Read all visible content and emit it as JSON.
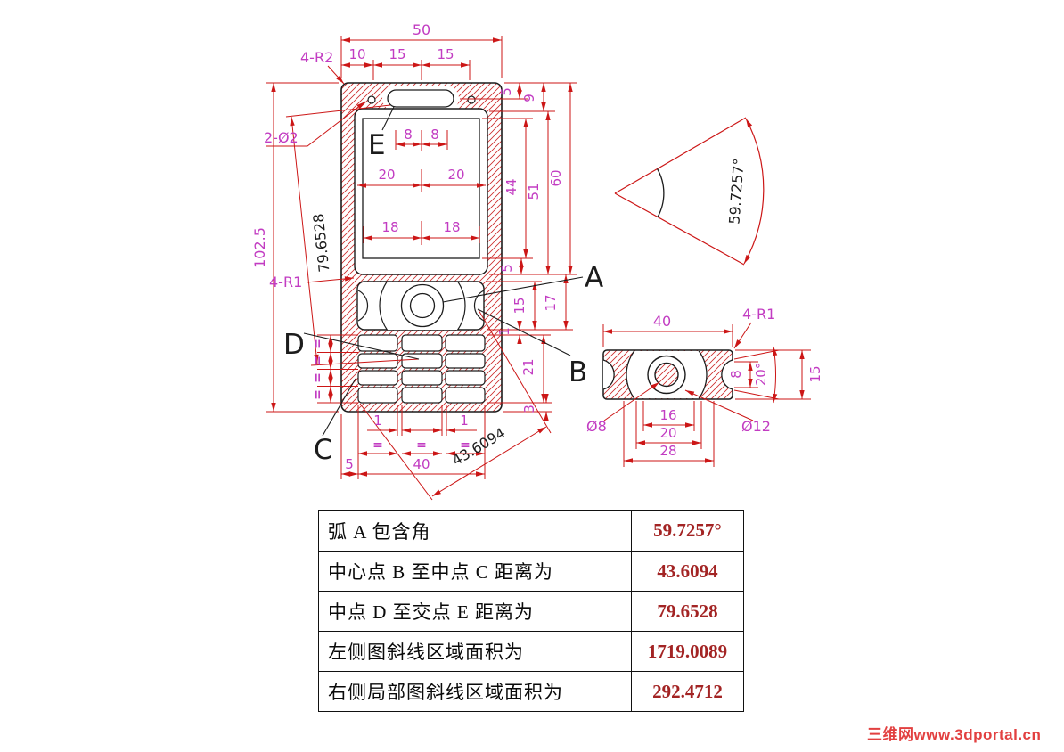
{
  "front_view": {
    "overall_width": "50",
    "seg_10": "10",
    "seg_15a": "15",
    "seg_15b": "15",
    "corner_r2": "4-R2",
    "overall_height": "102.5",
    "holes_2d2": "2-Ø2",
    "corner_r1": "4-R1",
    "dist_de": "79.6528",
    "screen_8a": "8",
    "screen_8b": "8",
    "screen_20a": "20",
    "screen_20b": "20",
    "screen_18a": "18",
    "screen_18b": "18",
    "r_5top": "5",
    "r_9": "9",
    "r_44": "44",
    "r_51": "51",
    "r_60": "60",
    "r_5mid": "5",
    "r_15": "15",
    "r_17": "17",
    "r_1": "1",
    "r_21": "21",
    "r_3": "3",
    "gap_1a": "1",
    "gap_1b": "1",
    "eq_a": "=",
    "eq_b": "=",
    "eq_c": "=",
    "eq_r1": "=",
    "eq_r2": "=",
    "eq_r3": "=",
    "eq_r4": "=",
    "b_5": "5",
    "b_40": "40",
    "dist_bc": "43.6094",
    "pt_a": "A",
    "pt_b": "B",
    "pt_c": "C",
    "pt_d": "D",
    "pt_e": "E"
  },
  "angle_view": {
    "angle": "59.7257°"
  },
  "side_view": {
    "width": "40",
    "corner_r1": "4-R1",
    "d8": "8",
    "a20": "20°",
    "d15": "15",
    "d16": "16",
    "d20": "20",
    "d28": "28",
    "dia8": "Ø8",
    "dia12": "Ø12"
  },
  "table": {
    "rows": [
      {
        "label": "弧 A  包含角",
        "value": "59.7257°"
      },
      {
        "label": "中心点 B 至中点 C 距离为",
        "value": "43.6094"
      },
      {
        "label": "中点 D 至交点 E 距离为",
        "value": "79.6528"
      },
      {
        "label": "左侧图斜线区域面积为",
        "value": "1719.0089"
      },
      {
        "label": "右侧局部图斜线区域面积为",
        "value": "292.4712"
      }
    ]
  },
  "watermark": "三维网www.3dportal.cn",
  "colors": {
    "dim_red": "#cc1616",
    "magenta": "#c23cc2",
    "value_red": "#a32424",
    "hatch_red": "#cc2a2a"
  }
}
